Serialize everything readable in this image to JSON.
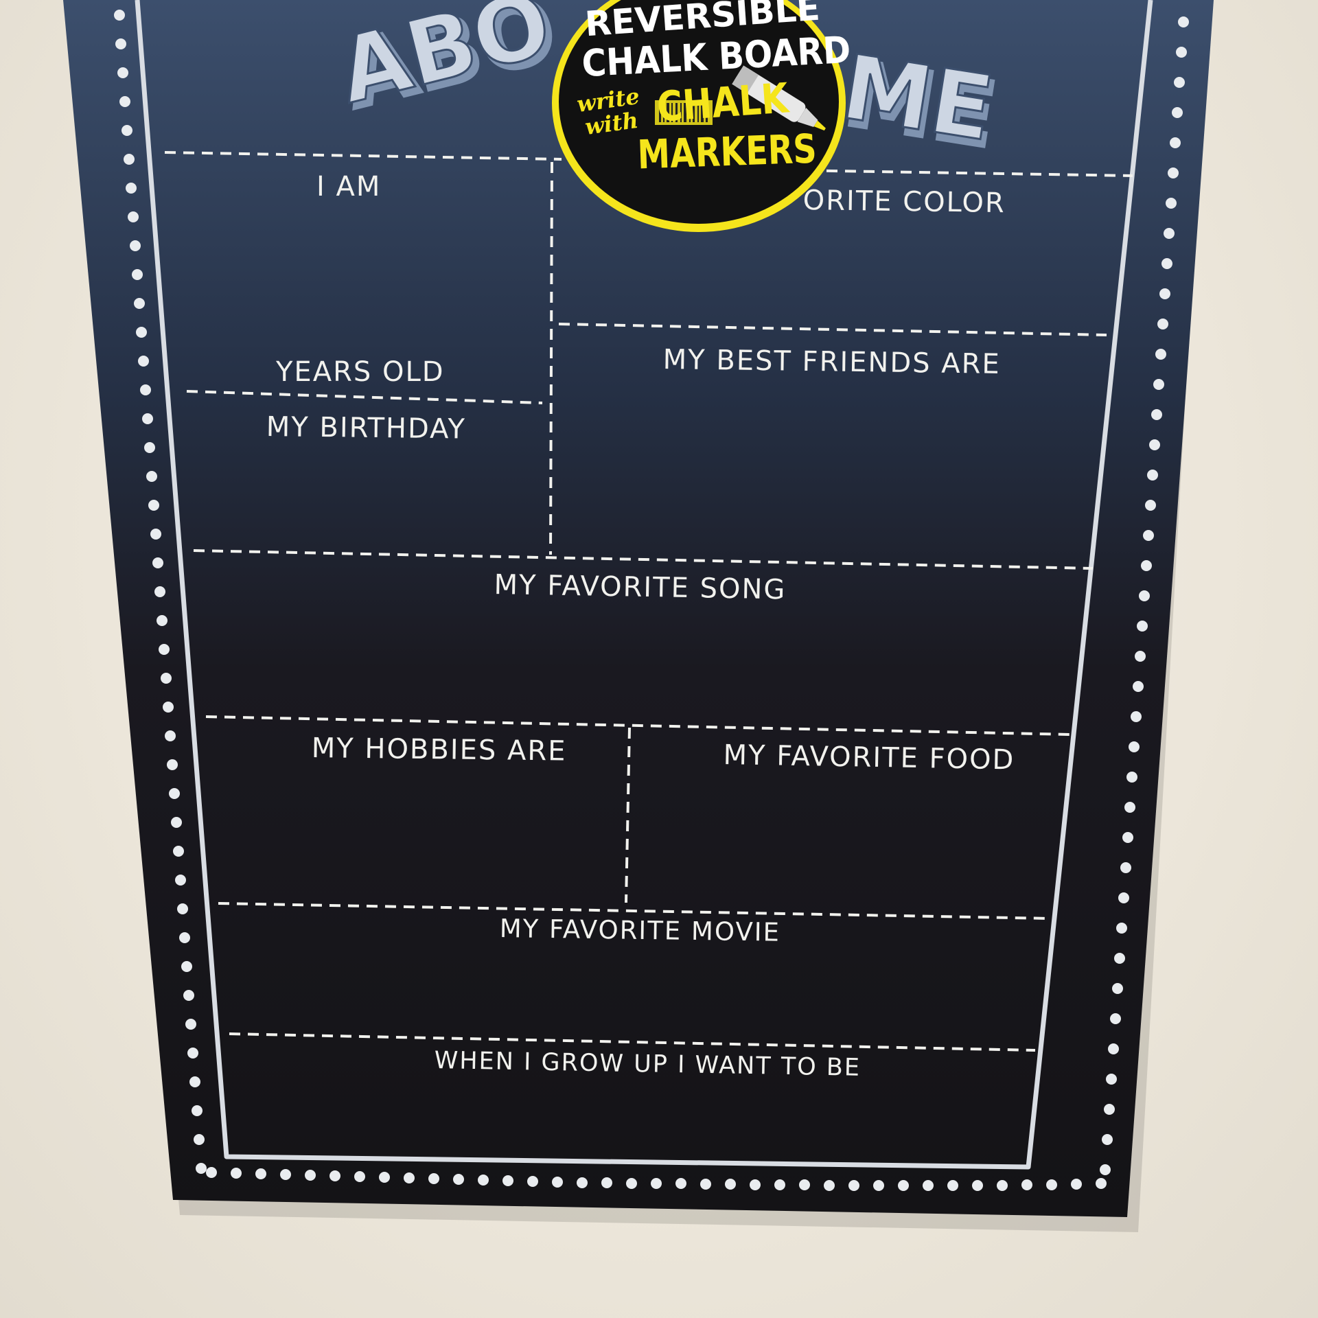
{
  "board": {
    "title_part1": "ABO",
    "title_part2": "ME",
    "frame_color": "#d9dde3",
    "board_color_top": "#3c4f6d",
    "board_color_bottom": "#141316"
  },
  "fields": {
    "i_am": "I AM",
    "favorite_color": "ORITE COLOR",
    "years_old": "YEARS OLD",
    "best_friends": "MY BEST FRIENDS ARE",
    "birthday": "MY BIRTHDAY",
    "favorite_song": "MY FAVORITE SONG",
    "hobbies": "MY HOBBIES ARE",
    "favorite_food": "MY FAVORITE FOOD",
    "favorite_movie": "MY FAVORITE MOVIE",
    "grow_up": "WHEN I GROW UP I WANT TO BE"
  },
  "sticker": {
    "line1": "REVERSIBLE",
    "line2": "CHALK BOARD",
    "write": "write",
    "with": "with",
    "line3": "CHALK",
    "line4": "MARKERS",
    "accent_color": "#f5e51c",
    "bg_color": "#111111",
    "icon": "chalk-marker-icon"
  }
}
